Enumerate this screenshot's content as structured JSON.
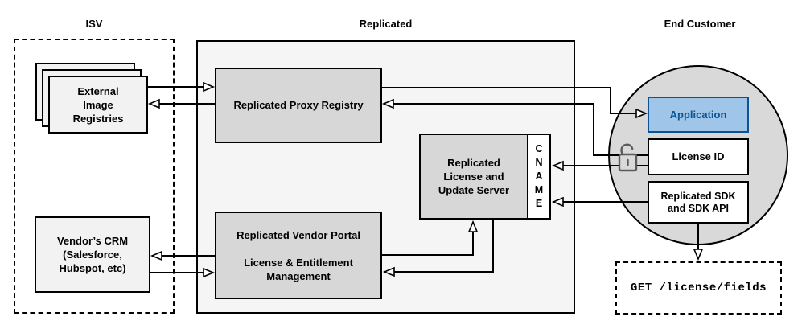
{
  "diagram": {
    "sections": {
      "isv_label": "ISV",
      "replicated_label": "Replicated",
      "end_customer_label": "End Customer"
    },
    "nodes": {
      "external_image_registries": "External\nImage\nRegistries",
      "vendors_crm": "Vendor’s CRM\n(Salesforce,\nHubspot, etc)",
      "proxy_registry": "Replicated Proxy Registry",
      "license_update_server": "Replicated\nLicense and\nUpdate Server",
      "cname_vertical": "C\nN\nA\nM\nE",
      "vendor_portal": "Replicated Vendor Portal\n\nLicense & Entitlement\nManagement",
      "application": "Application",
      "license_id": "License ID",
      "replicated_sdk": "Replicated SDK\nand SDK API",
      "get_license_fields": "GET /license/fields"
    },
    "icons": {
      "lock": "unlocked-padlock-icon"
    },
    "colors": {
      "replicated_container_fill": "#f5f5f5",
      "gray_node_fill": "#d7d7d7",
      "light_node_fill": "#f2f2f2",
      "customer_circle_fill": "#d9d9d9",
      "application_fill": "#9fc5e8",
      "application_accent": "#0b5394",
      "line_color": "#000000"
    }
  }
}
